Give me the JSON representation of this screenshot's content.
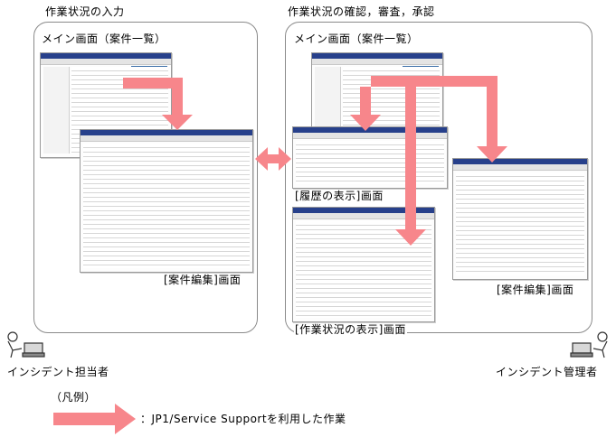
{
  "titles": {
    "left": "作業状況の入力",
    "right": "作業状況の確認，審査，承認"
  },
  "screens": {
    "left_main": "メイン画面（案件一覧）",
    "right_main": "メイン画面（案件一覧）",
    "left_edit": "[案件編集]画面",
    "history": "[履歴の表示]画面",
    "status": "[作業状況の表示]画面",
    "right_edit": "[案件編集]画面"
  },
  "actors": {
    "left": "インシデント担当者",
    "right": "インシデント管理者"
  },
  "legend": {
    "title": "（凡例）",
    "text": "：JP1/Service Supportを利用した作業"
  },
  "colors": {
    "arrow": "#f7868b",
    "window_title": "#27408b"
  }
}
